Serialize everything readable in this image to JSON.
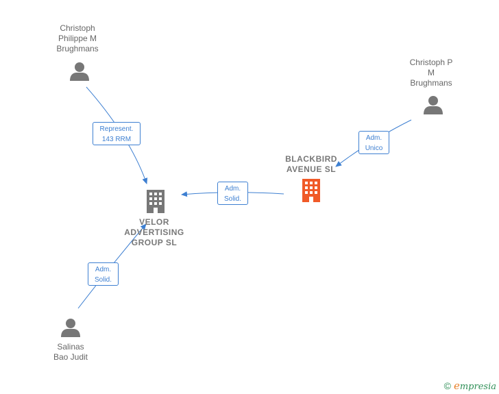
{
  "nodes": {
    "person_top_left": {
      "label": "Christoph\nPhilippe M\nBrughmans",
      "icon": "person-icon"
    },
    "person_top_right": {
      "label": "Christoph P\nM\nBrughmans",
      "icon": "person-icon"
    },
    "person_bottom_left": {
      "label": "Salinas\nBao Judit",
      "icon": "person-icon"
    },
    "company_blackbird": {
      "label": "BLACKBIRD\nAVENUE  SL",
      "icon": "building-icon",
      "color": "#f05a28"
    },
    "company_velor": {
      "label": "VELOR\nADVERTISING\nGROUP  SL",
      "icon": "building-icon",
      "color": "#777777"
    }
  },
  "edges": {
    "represent": {
      "label": "Represent.\n143 RRM"
    },
    "adm_unico": {
      "label": "Adm.\nUnico"
    },
    "adm_solid_blackbird": {
      "label": "Adm.\nSolid."
    },
    "adm_solid_salinas": {
      "label": "Adm.\nSolid."
    }
  },
  "colors": {
    "edge": "#3d7fd1",
    "person_icon": "#777777",
    "text": "#666666"
  },
  "footer": {
    "copyright_symbol": "©",
    "brand_first_letter": "e",
    "brand_rest": "mpresia"
  }
}
